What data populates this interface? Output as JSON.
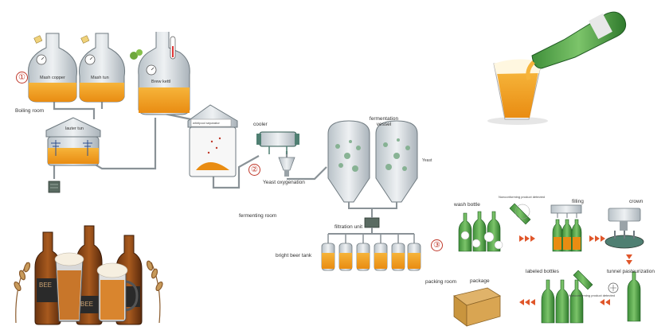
{
  "diagram": {
    "steps": [
      "①",
      "②",
      "③"
    ],
    "sections": {
      "boiling_room": "Boiling room",
      "fermenting_room": "fermenting room",
      "packing_room": "packing room"
    },
    "vessels": {
      "mash_copper": "Mash copper",
      "mash_tun": "Mash tun",
      "brew_kettle": "Brew kettl",
      "lauter_tun": "lauter tun",
      "whirlpool_separator": "whirlpool separator",
      "cooler": "cooler",
      "yeast_oxygenation": "Yeast oxygenation",
      "fermentation_vessel": "fermentation vessel",
      "yeast": "Yeast",
      "filtration_unit": "filtration unit",
      "bright_beer_tank": "bright beer tank"
    },
    "packaging": {
      "wash_bottle": "wash bottle",
      "nonconforming_top": "Nonconforming product detected",
      "filling": "filling",
      "crown": "crown",
      "tunnel_pasteurization": "tunnel pasteurization",
      "labeled_bottles": "labeled bottles",
      "nonconforming_bottom": "Nonconforming product detected",
      "package": "package"
    },
    "decor": {
      "bottle_labels": [
        "BEE",
        "BEE"
      ]
    }
  }
}
